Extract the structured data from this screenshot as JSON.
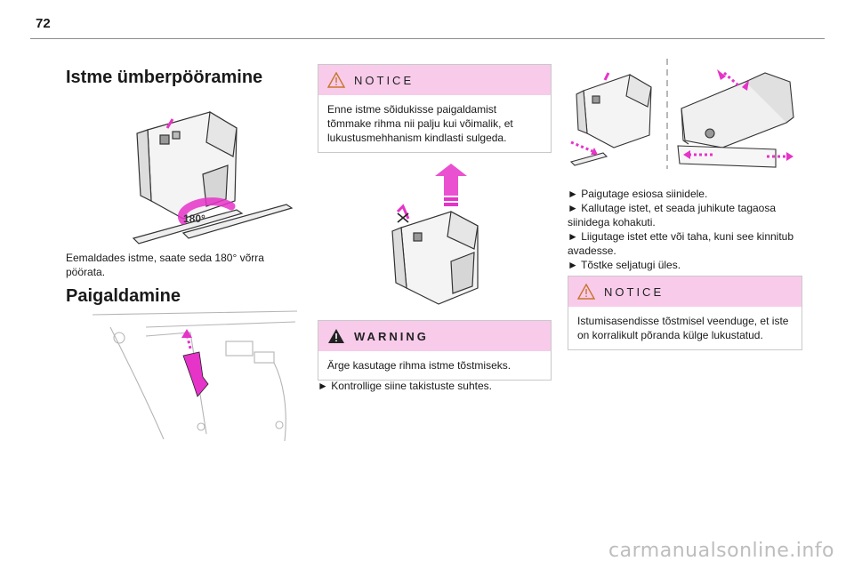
{
  "page": {
    "number": "72"
  },
  "left": {
    "heading": "Istme ümberpööramine",
    "rotation_label": "180°",
    "paragraph": "Eemaldades istme, saate seda 180° võrra pöörata.",
    "heading2": "Paigaldamine"
  },
  "middle": {
    "notice": {
      "title": "NOTICE",
      "text": "Enne istme sõidukisse paigaldamist tõmmake rihma nii palju kui võimalik, et lukustusmehhanism kindlasti sulgeda."
    },
    "warning": {
      "title": "WARNING",
      "text": "Ärge kasutage rihma istme tõstmiseks."
    },
    "bullets": [
      "► Kontrollige siine takistuste suhtes."
    ]
  },
  "right": {
    "bullets": [
      "► Paigutage esiosa siinidele.",
      "► Kallutage istet, et seada juhikute tagaosa siinidega kohakuti.",
      "► Liigutage istet ette või taha, kuni see kinnitub avadesse.",
      "► Tõstke seljatugi üles."
    ],
    "notice": {
      "title": "NOTICE",
      "text": "Istumisasendisse tõstmisel veenduge, et iste on korralikult põranda külge lukustatud."
    }
  },
  "watermark": "carmanualsonline.info",
  "colors": {
    "accent_pink": "#f8cbea",
    "arrow_magenta": "#e633c8",
    "rule_gray": "#8c8c8c"
  }
}
